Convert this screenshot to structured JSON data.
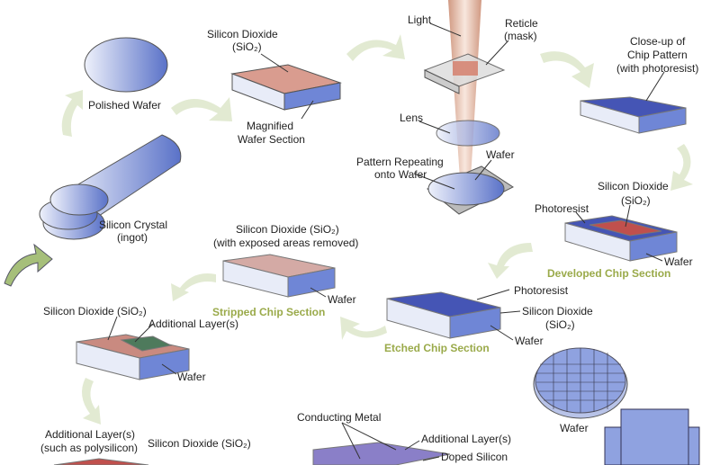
{
  "labels": {
    "polished_wafer": "Polished Wafer",
    "sio2_top": "Silicon Dioxide",
    "sio2_top_formula": "(SiO₂)",
    "magnified": "Magnified",
    "wafer_section": "Wafer Section",
    "light": "Light",
    "reticle": "Reticle",
    "mask": "(mask)",
    "closeup_1": "Close-up of",
    "closeup_2": "Chip Pattern",
    "closeup_3": "(with photoresist)",
    "lens": "Lens",
    "pattern_1": "Pattern Repeating",
    "pattern_2": "onto Wafer",
    "wafer_litho": "Wafer",
    "crystal_1": "Silicon Crystal",
    "crystal_2": "(ingot)",
    "dev_sio2": "Silicon Dioxide",
    "dev_sio2_formula": "(SiO₂)",
    "dev_photoresist": "Photoresist",
    "dev_wafer": "Wafer",
    "dev_caption": "Developed Chip Section",
    "strip_sio2": "Silicon Dioxide (SiO₂)",
    "strip_exposed": "(with exposed areas removed)",
    "strip_wafer": "Wafer",
    "strip_caption": "Stripped Chip Section",
    "etch_photoresist": "Photoresist",
    "etch_sio2": "Silicon Dioxide",
    "etch_sio2_formula": "(SiO₂)",
    "etch_wafer": "Wafer",
    "etch_caption": "Etched Chip Section",
    "add_sio2": "Silicon Dioxide (SiO₂)",
    "add_layers": "Additional Layer(s)",
    "add_wafer": "Wafer",
    "conducting_metal": "Conducting Metal",
    "final_add_layers": "Additional Layer(s)",
    "doped_silicon": "Doped Silicon",
    "poly_1": "Additional Layer(s)",
    "poly_2": "(such as polysilicon)",
    "poly_sio2": "Silicon Dioxide (SiO₂)",
    "finished_wafer": "Wafer"
  },
  "colors": {
    "caption": "#9aaa4a",
    "arrow": "#dfe8cc",
    "wafer": "#6f86d6",
    "oxide": "#c0504d"
  }
}
